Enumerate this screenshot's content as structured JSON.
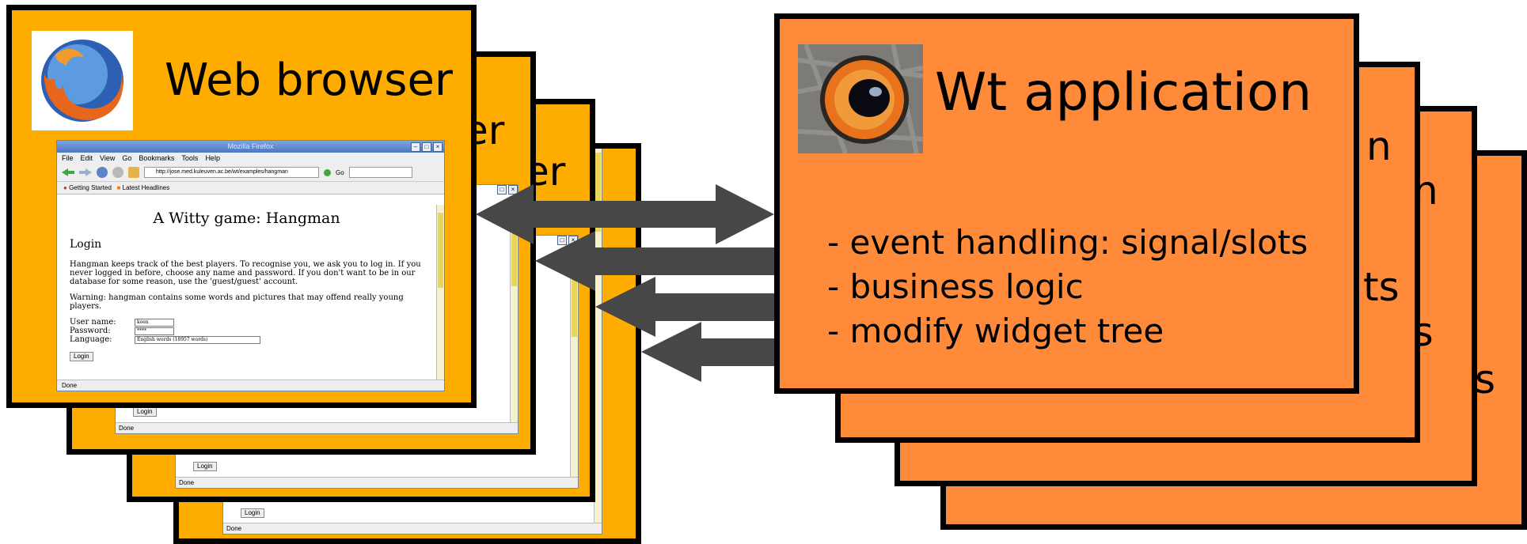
{
  "browser_stack": {
    "title": "Web browser",
    "back_title_fragments": [
      "er",
      "er"
    ]
  },
  "browser_window": {
    "window_title": "Mozilla Firefox",
    "menu": [
      "File",
      "Edit",
      "View",
      "Go",
      "Bookmarks",
      "Tools",
      "Help"
    ],
    "url": "http://jose.med.kuleuven.ac.be/wt/examples/hangman",
    "go_label": "Go",
    "bookmarks": [
      "Getting Started",
      "Latest Headlines"
    ],
    "page": {
      "title": "A Witty game: Hangman",
      "heading": "Login",
      "intro": "Hangman keeps track of the best players. To recognise you, we ask you to log in. If you never logged in before, choose any name and password. If you don't want to be in our database for some reason, use the 'guest/guest' account.",
      "warning": "Warning: hangman contains some words and pictures that may offend really young players.",
      "username_label": "User name:",
      "username_value": "koen",
      "password_label": "Password:",
      "password_value": "****",
      "language_label": "Language:",
      "language_value": "English words (18957 words)",
      "login_button": "Login"
    },
    "status": "Done"
  },
  "stub_windows": {
    "login_button": "Login",
    "status": "Done"
  },
  "wt_stack": {
    "title": "Wt application",
    "back_title_fragments": [
      "n",
      "n",
      "ts",
      "ts",
      "s"
    ],
    "bullets": [
      "- event handling: signal/slots",
      "- business logic",
      "- modify widget tree"
    ]
  },
  "colors": {
    "browser_card": "#ffac00",
    "wt_card": "#ff8a3a",
    "arrow": "#474747"
  }
}
